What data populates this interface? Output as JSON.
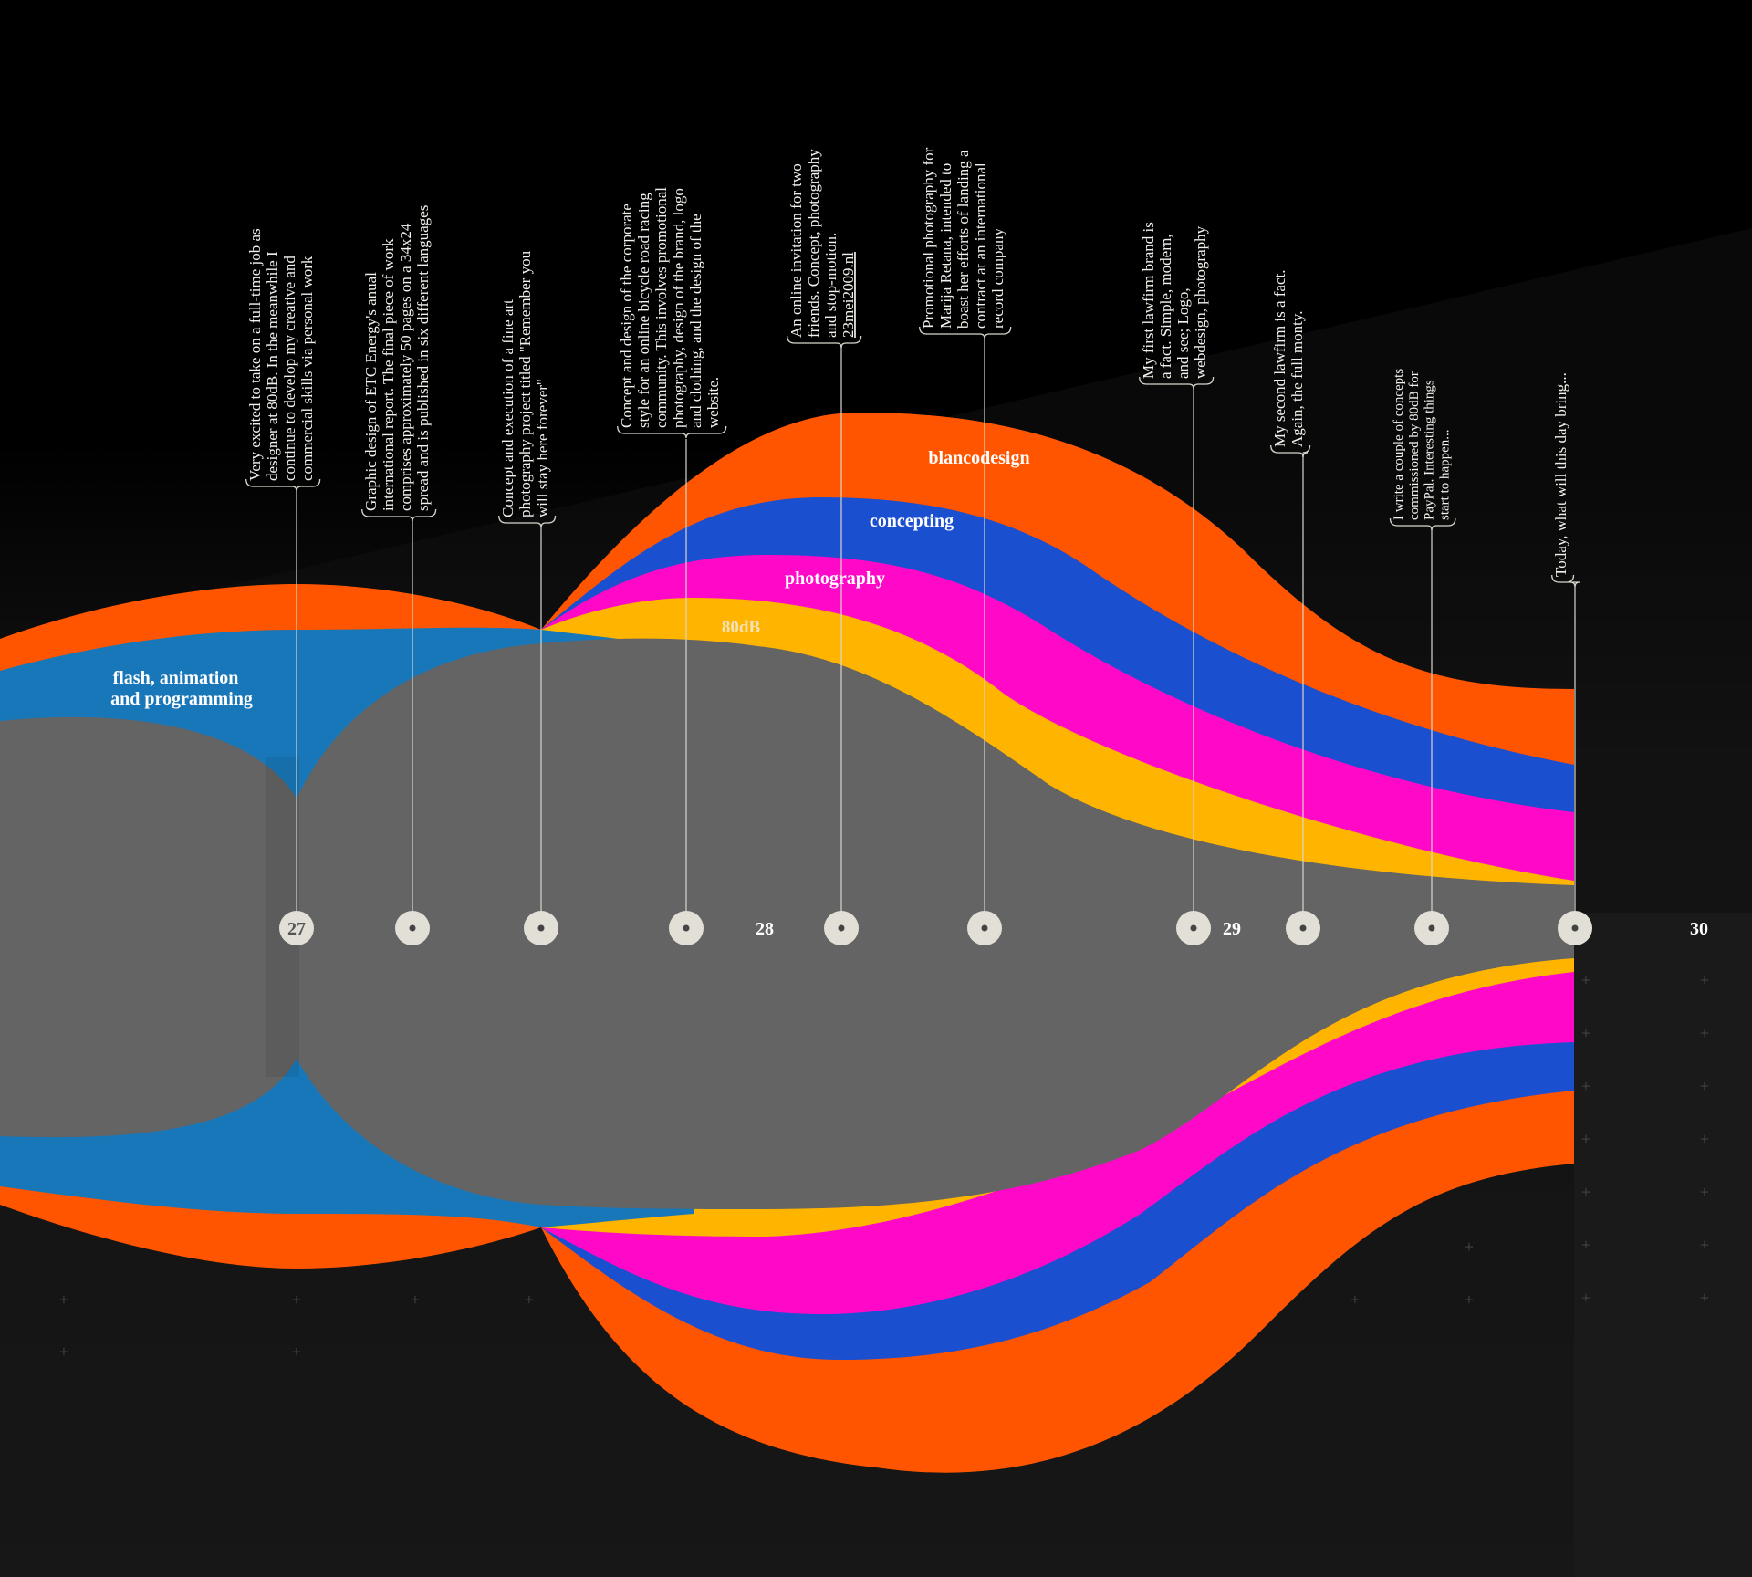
{
  "colors": {
    "background": "#000000",
    "lower_background": "#1d1d1d",
    "core": "#646464",
    "flash": "#1877b8",
    "orange": "#ff5500",
    "blue": "#1a4fd0",
    "magenta": "#ff08c8",
    "yellow": "#ffb400",
    "text": "#ffffff",
    "marker": "#e2e0d6"
  },
  "streams": [
    {
      "id": "flash",
      "label_lines": [
        "flash, animation",
        "and programming"
      ]
    },
    {
      "id": "blancodesign",
      "label_lines": [
        "blancodesign"
      ]
    },
    {
      "id": "concepting",
      "label_lines": [
        "concepting"
      ]
    },
    {
      "id": "photography",
      "label_lines": [
        "photography"
      ]
    },
    {
      "id": "80db",
      "label_lines": [
        "80dB"
      ]
    }
  ],
  "timeline": {
    "years": [
      "27",
      "28",
      "29",
      "30"
    ],
    "events": [
      {
        "lines": [
          "Very excited to take on a full-time job as",
          "designer at 80dB. In the meanwhile I",
          "continue to develop my creative and",
          "commercial skills via personal work"
        ]
      },
      {
        "lines": [
          "Graphic design of ETC Energy's anual",
          "international report. The final piece of work",
          "comprises approximately 50 pages on a 34x24",
          "spread and is published in six different languages"
        ]
      },
      {
        "lines": [
          "Concept and execution of a fine art",
          "photography project titled \"Remember you",
          "will stay here forever\""
        ]
      },
      {
        "lines": [
          "Concept and design of the corporate",
          "style for an online bicycle road racing",
          "community. This involves promotional",
          "photography, design of the brand, logo",
          "and clothing, and the design of the",
          "website."
        ]
      },
      {
        "lines": [
          "An online invitation for two",
          "friends. Concept, photography",
          "and stop-motion.",
          "23mei2009.nl"
        ]
      },
      {
        "lines": [
          "Promotional photography for",
          "Marija Retana, intended to",
          "boast her efforts of landing a",
          "contract at an international",
          "record company"
        ]
      },
      {
        "lines": [
          "My first lawfirm brand is",
          "a fact. Simple, modern,",
          "and see; Logo,",
          "webdesign, photography"
        ]
      },
      {
        "lines": [
          "My second lawfirm is a fact.",
          "Again, the full monty."
        ]
      },
      {
        "lines": [
          "I write a couple of concepts",
          "commissioned by 80dB for",
          "PayPal. Interesting things",
          "start to happen..."
        ]
      },
      {
        "lines": [
          "Today, what will this day bring..."
        ]
      }
    ]
  }
}
